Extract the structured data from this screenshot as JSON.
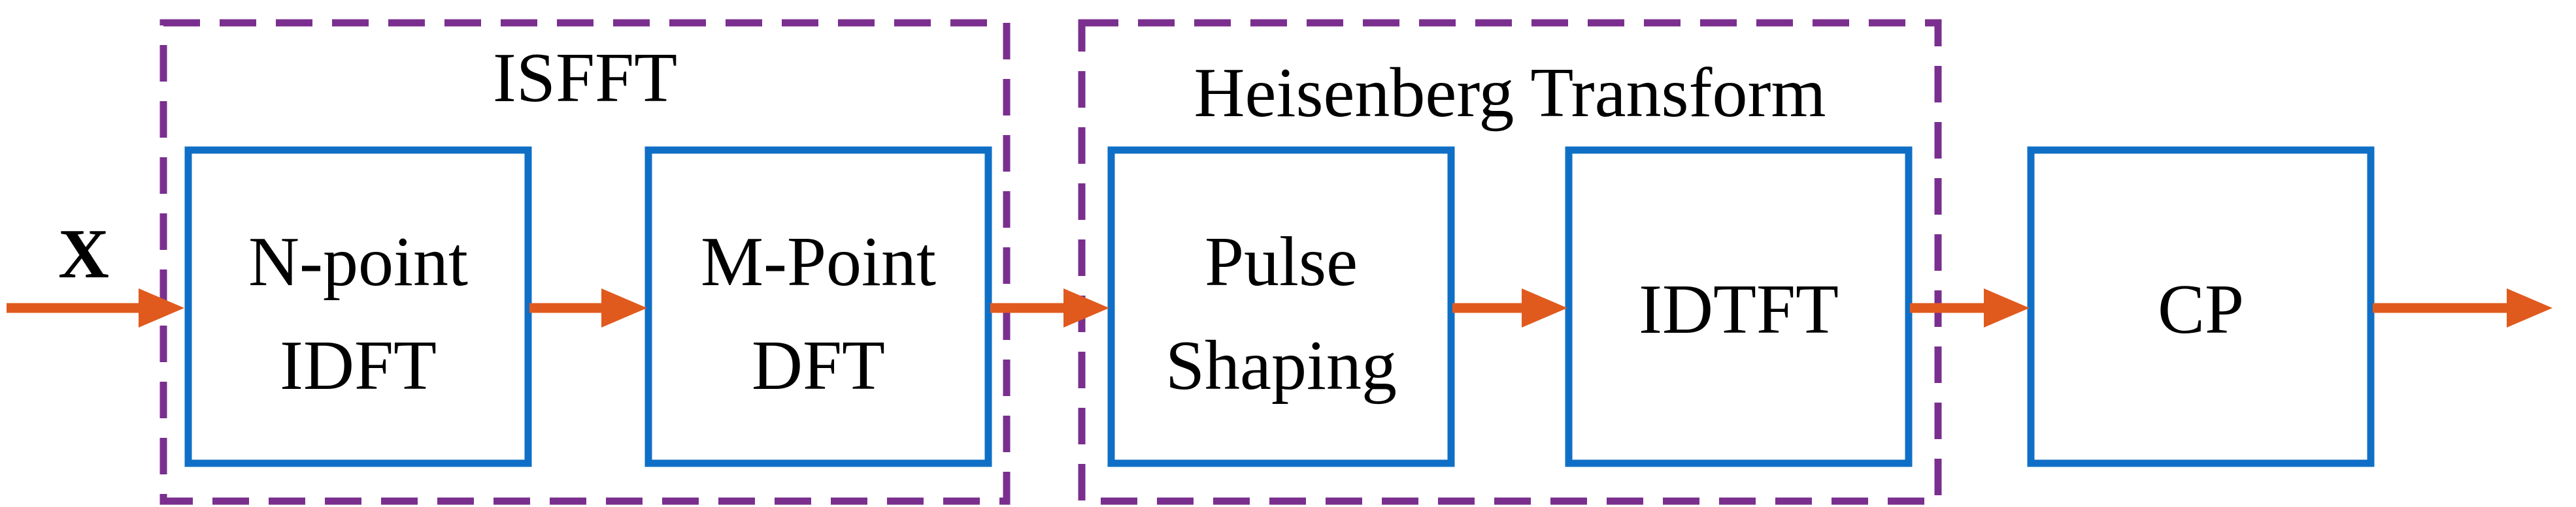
{
  "input_label": "X",
  "groups": [
    {
      "id": "isfft",
      "label": "ISFFT"
    },
    {
      "id": "heisenberg",
      "label": "Heisenberg Transform"
    }
  ],
  "blocks": [
    {
      "id": "n-point-idft",
      "lines": [
        "N-point",
        "IDFT"
      ]
    },
    {
      "id": "m-point-dft",
      "lines": [
        "M-Point",
        "DFT"
      ]
    },
    {
      "id": "pulse-shaping",
      "lines": [
        "Pulse",
        "Shaping"
      ]
    },
    {
      "id": "idtft",
      "lines": [
        "IDTFT"
      ]
    },
    {
      "id": "cp",
      "lines": [
        "CP"
      ]
    }
  ],
  "colors": {
    "group_border": "#7a2f8f",
    "block_border": "#0f6fc6",
    "arrow": "#e05a1e",
    "text": "#000000"
  }
}
